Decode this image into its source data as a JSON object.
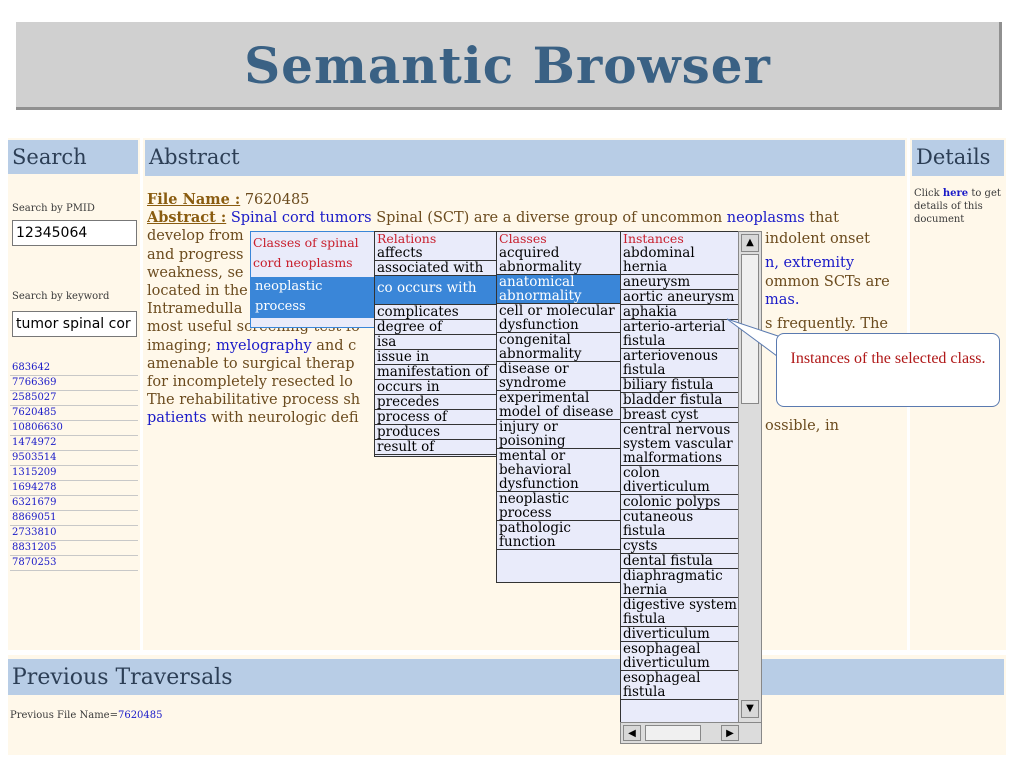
{
  "title": "Semantic Browser",
  "search": {
    "header": "Search",
    "pmid_label": "Search by PMID",
    "pmid_value": "12345064",
    "keyword_label": "Search by keyword",
    "keyword_value": "tumor spinal cor",
    "pmids": [
      "683642",
      "7766369",
      "2585027",
      "7620485",
      "10806630",
      "1474972",
      "9503514",
      "1315209",
      "1694278",
      "6321679",
      "8869051",
      "2733810",
      "8831205",
      "7870253"
    ]
  },
  "abstract": {
    "header": "Abstract",
    "file_label": "File Name :",
    "file_value": "7620485",
    "abstract_label": "Abstract :",
    "lines": [
      {
        "pre": "",
        "link": "Spinal cord tumors",
        "mid": " Spinal (SCT) are a diverse group of uncommon ",
        "link2": "neoplasms",
        "post": " that"
      },
      {
        "pre": "develop from",
        "link": "",
        "mid": "",
        "link2": "",
        "post": ""
      },
      {
        "pre": "and progress",
        "link": "",
        "mid": "",
        "link2": "",
        "post": ""
      },
      {
        "pre": "weakness, se",
        "link": "",
        "mid": "",
        "link2": "",
        "post": ""
      },
      {
        "pre": "located in the",
        "link": "",
        "mid": "",
        "link2": "",
        "post": ""
      },
      {
        "pre": "Intramedulla",
        "link": "",
        "mid": "",
        "link2": "",
        "post": ""
      },
      {
        "pre": "most useful screening test fo",
        "link": "",
        "mid": "",
        "link2": "",
        "post": ""
      },
      {
        "pre": "imaging; ",
        "link": "myelography",
        "mid": " and c",
        "link2": "",
        "post": ""
      },
      {
        "pre": "amenable to surgical therap",
        "link": "",
        "mid": "",
        "link2": "",
        "post": ""
      },
      {
        "pre": "for incompletely resected lo",
        "link": "",
        "mid": "",
        "link2": "",
        "post": ""
      },
      {
        "pre": "The rehabilitative process sh",
        "link": "",
        "mid": "",
        "link2": "",
        "post": ""
      },
      {
        "pre": "",
        "link": "patients",
        "mid": " with neurologic defi",
        "link2": "",
        "post": ""
      }
    ],
    "right_frags": [
      {
        "text": "indolent onset",
        "blue": false
      },
      {
        "text": "n, extremity",
        "blue": true
      },
      {
        "text": "ommon SCTs are",
        "blue": false
      },
      {
        "text": "mas.",
        "blue": true
      },
      {
        "text": "s frequently. The",
        "blue": false
      },
      {
        "text": "ossible, in",
        "blue": false
      }
    ]
  },
  "details": {
    "header": "Details",
    "text_pre": "Click ",
    "link": "here",
    "text_post": " to get details of this document"
  },
  "previous": {
    "header": "Previous Traversals",
    "label": "Previous File Name=",
    "value": "7620485"
  },
  "classes_col": {
    "header": "Classes of spinal cord neoplasms",
    "selected": "neoplastic process"
  },
  "relations_col": {
    "header": "Relations",
    "items": [
      "affects",
      "associated with",
      "co occurs with",
      "complicates",
      "degree of",
      "isa",
      "issue in",
      "manifestation of",
      "occurs in",
      "precedes",
      "process of",
      "produces",
      "result of"
    ],
    "selected_index": 2
  },
  "classes2_col": {
    "header": "Classes",
    "items": [
      "acquired abnormality",
      "anatomical abnormality",
      "cell or molecular dysfunction",
      "congenital abnormality",
      "disease or syndrome",
      "experimental model of disease",
      "injury or poisoning",
      "mental or behavioral dysfunction",
      "neoplastic process",
      "pathologic function"
    ],
    "selected_index": 1
  },
  "instances_col": {
    "header": "Instances",
    "items": [
      "abdominal hernia",
      "aneurysm",
      "aortic aneurysm",
      "aphakia",
      "arterio-arterial fistula",
      "arteriovenous fistula",
      "biliary fistula",
      "bladder fistula",
      "breast cyst",
      "central nervous system vascular malformations",
      "colon diverticulum",
      "colonic polyps",
      "cutaneous fistula",
      "cysts",
      "dental fistula",
      "diaphragmatic hernia",
      "digestive system fistula",
      "diverticulum",
      "esophageal diverticulum",
      "esophageal fistula"
    ]
  },
  "callout": "Instances of the selected class.",
  "colors": {
    "header_bg": "#b8cde6",
    "panel_bg": "#fff8ea",
    "title": "#3a6184",
    "selected": "#3a86d8",
    "link": "#1a1ac8"
  },
  "icons": {
    "scroll_up": "▲",
    "scroll_down": "▼",
    "scroll_left": "◀",
    "scroll_right": "▶"
  }
}
